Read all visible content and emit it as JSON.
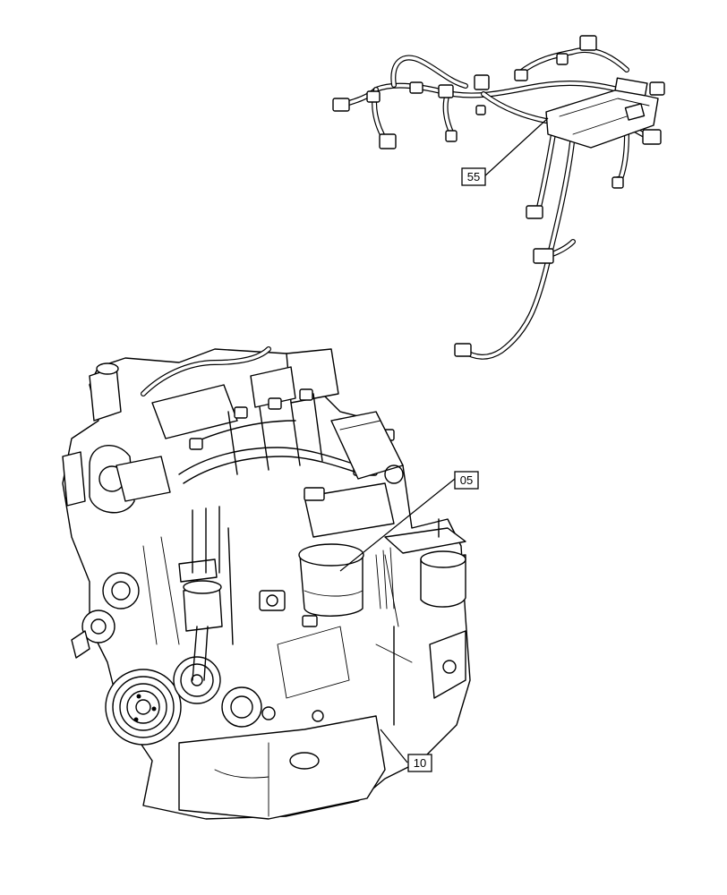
{
  "diagram": {
    "callouts": [
      {
        "id": "55",
        "label": "55"
      },
      {
        "id": "05",
        "label": "05"
      },
      {
        "id": "10",
        "label": "10"
      }
    ]
  }
}
